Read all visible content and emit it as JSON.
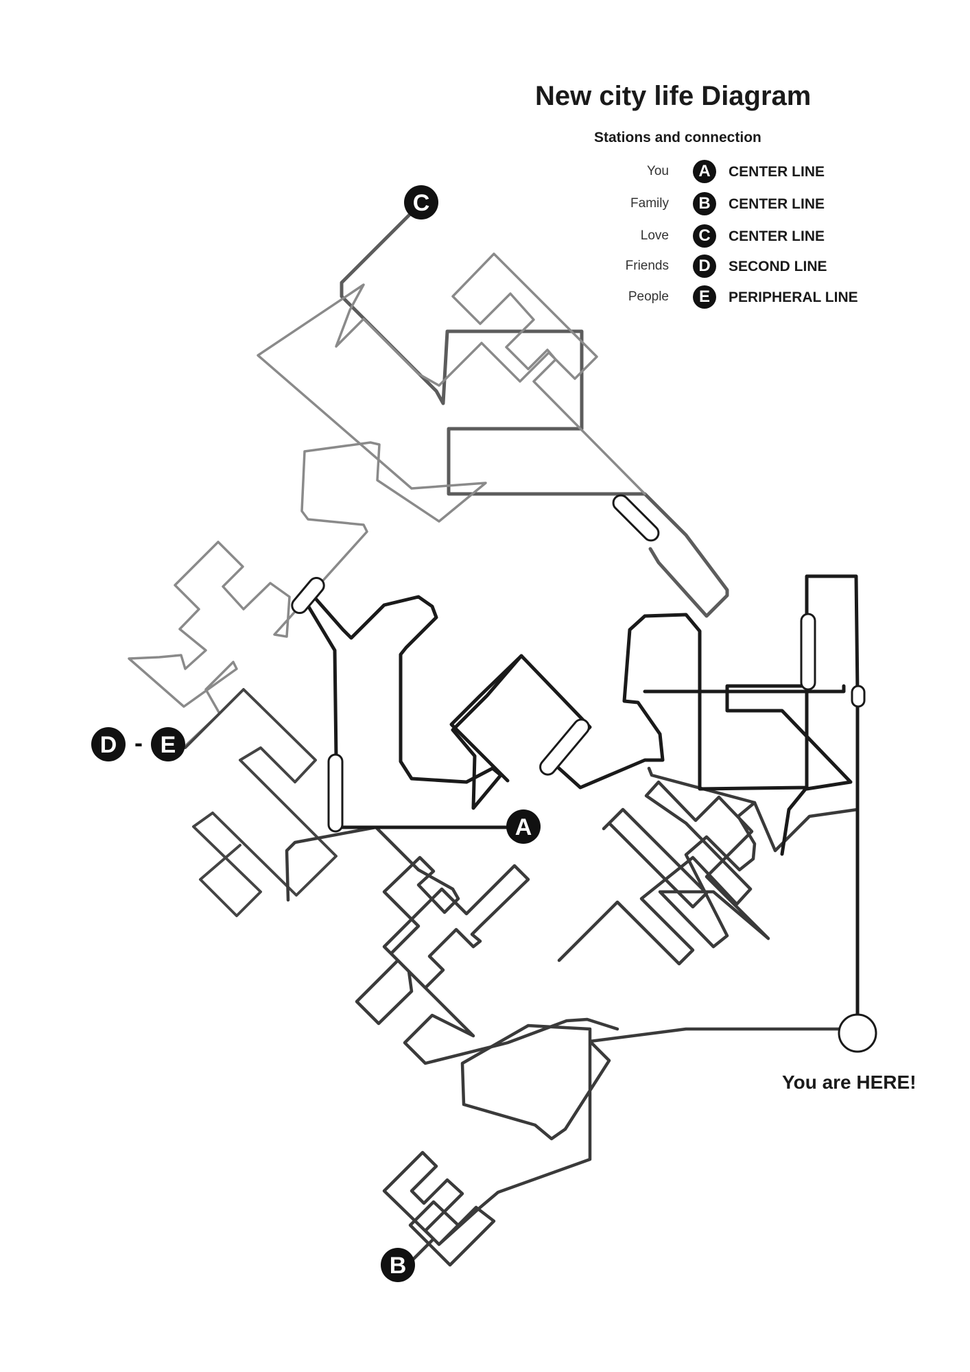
{
  "title": "New city life Diagram",
  "subtitle": "Stations and connection",
  "legend": [
    {
      "meaning": "You",
      "station": "A",
      "line": "CENTER LINE"
    },
    {
      "meaning": "Family",
      "station": "B",
      "line": "CENTER LINE"
    },
    {
      "meaning": "Love",
      "station": "C",
      "line": "CENTER LINE"
    },
    {
      "meaning": "Friends",
      "station": "D",
      "line": "SECOND LINE"
    },
    {
      "meaning": "People",
      "station": "E",
      "line": "PERIPHERAL LINE"
    }
  ],
  "stations": {
    "A": "A",
    "B": "B",
    "C": "C",
    "D": "D",
    "E": "E",
    "dash": "-"
  },
  "here_label": "You are HERE!",
  "colors": {
    "background": "#ffffff",
    "station": "#111111",
    "line_dark": "#1e1e1e",
    "line_mid": "#444444",
    "line_gray": "#5c5c5c",
    "line_light": "#8a8a8a"
  }
}
